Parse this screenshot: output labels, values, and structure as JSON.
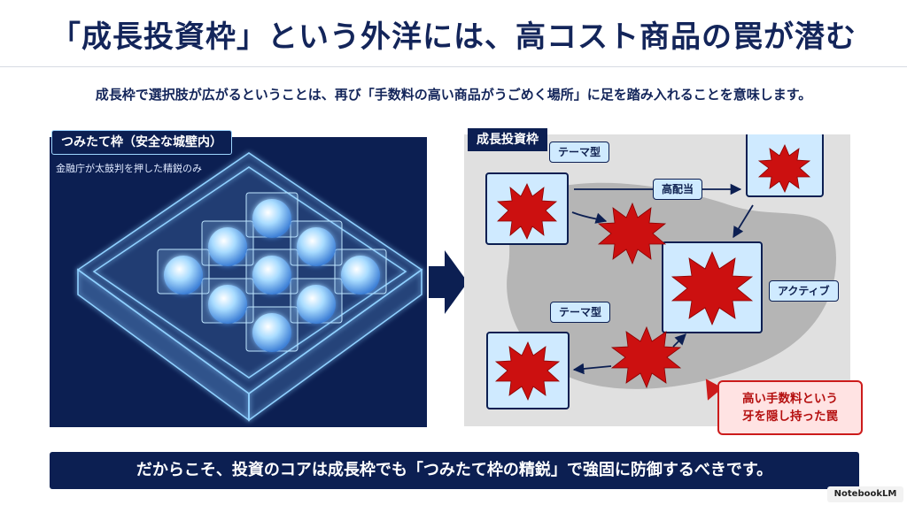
{
  "title": "「成長投資枠」という外洋には、高コスト商品の罠が潜む",
  "subtitle": "成長枠で選択肢が広がるということは、再び「手数料の高い商品がうごめく場所」に足を踏み入れることを意味します。",
  "left_panel": {
    "label": "つみたて枠（安全な城壁内）",
    "note": "金融庁が太鼓判を押した精鋭のみ"
  },
  "right_panel": {
    "label": "成長投資枠",
    "callouts": {
      "theme_top": "テーマ型",
      "high_dividend": "高配当",
      "active": "アクティブ",
      "theme_bottom": "テーマ型"
    },
    "trap": {
      "line1": "高い手数料という",
      "line2": "牙を隠し持った罠"
    }
  },
  "footer": "だからこそ、投資のコアは成長枠でも「つみたて枠の精鋭」で強固に防御するべきです。",
  "brand": "NotebookLM",
  "colors": {
    "navy": "#0c1f52",
    "danger_red": "#cc1b1b",
    "glow_blue": "#8fd0ff",
    "box_blue": "#cfeaff"
  }
}
